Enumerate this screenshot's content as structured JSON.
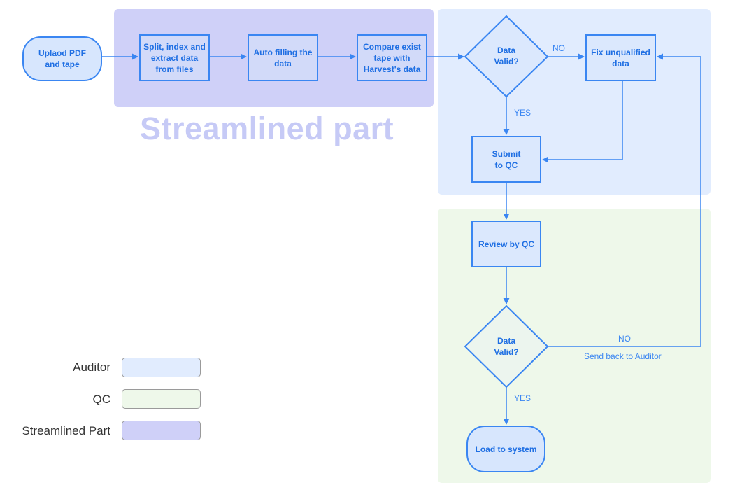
{
  "lanes": {
    "streamlined_title": "Streamlined part"
  },
  "nodes": {
    "upload": "Uplaod PDF\nand tape",
    "split": "Split, index and\nextract data\nfrom files",
    "auto_fill": "Auto filling the\ndata",
    "compare": "Compare exist\ntape with\nHarvest's data",
    "valid_1": "Data\nValid?",
    "fix": "Fix unqualified\ndata",
    "submit": "Submit\nto QC",
    "review": "Review by QC",
    "valid_2": "Data\nValid?",
    "load": "Load to system"
  },
  "edge_labels": {
    "no_1": "NO",
    "yes_1": "YES",
    "yes_2": "YES",
    "no_2": "NO",
    "send_back": "Send back to Auditor"
  },
  "legend": [
    {
      "label": "Auditor",
      "color": "#e1ecfe"
    },
    {
      "label": "QC",
      "color": "#eef8ea"
    },
    {
      "label": "Streamlined Part",
      "color": "#cfd0f8"
    }
  ],
  "colors": {
    "stroke": "#3a86f2",
    "text": "#1f6fe3",
    "auditor": "#e1ecfe",
    "qc": "#eef8ea",
    "streamlined": "#cfd0f8"
  }
}
